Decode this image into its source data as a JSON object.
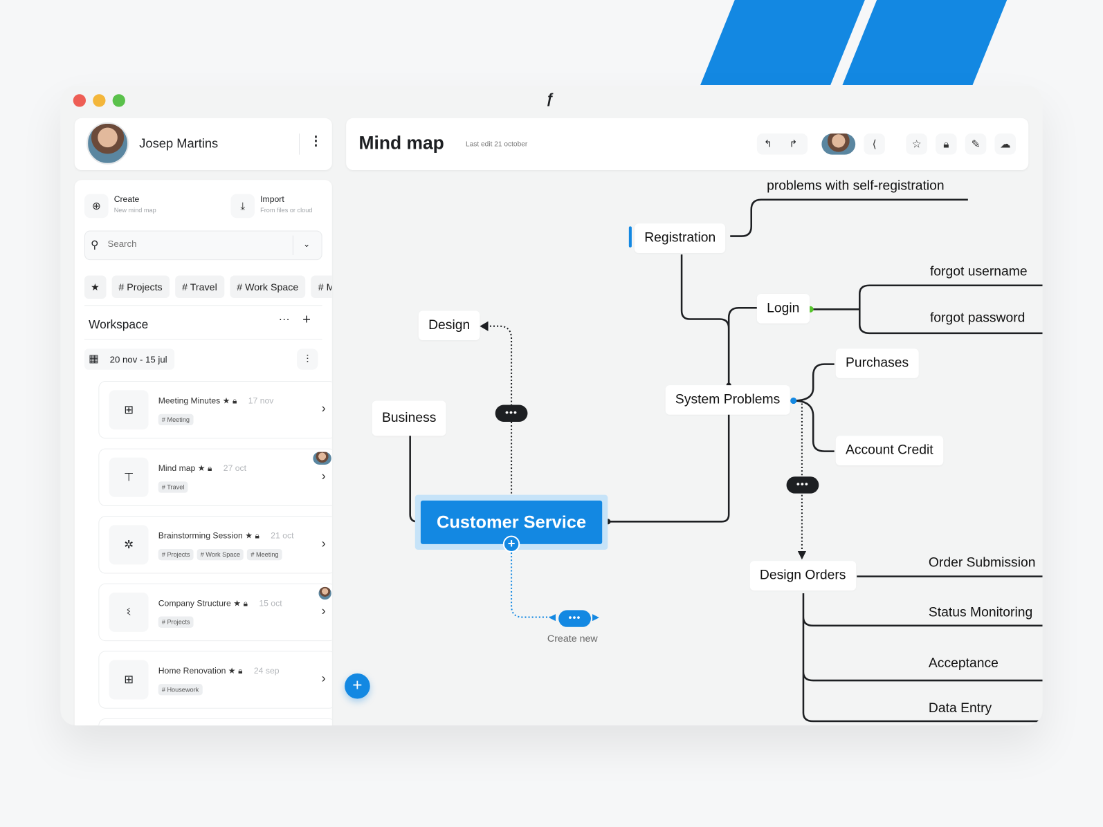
{
  "window": {
    "logo_icon": "f-logo-icon"
  },
  "profile": {
    "name": "Josep Martins"
  },
  "actions": {
    "create": {
      "label": "Create",
      "sub": "New mind map"
    },
    "import": {
      "label": "Import",
      "sub": "From files or cloud"
    }
  },
  "search": {
    "placeholder": "Search"
  },
  "filters": [
    "# Projects",
    "# Travel",
    "# Work Space",
    "# Me"
  ],
  "workspace": {
    "title": "Workspace",
    "date_range": "20 nov - 15 jul"
  },
  "items": [
    {
      "title": "Meeting Minutes",
      "date": "17 nov",
      "tags": [
        "# Meeting"
      ]
    },
    {
      "title": "Mind map",
      "date": "27 oct",
      "tags": [
        "# Travel"
      ]
    },
    {
      "title": "Brainstorming Session",
      "date": "21 oct",
      "tags": [
        "# Projects",
        "# Work Space",
        "# Meeting"
      ]
    },
    {
      "title": "Company Structure",
      "date": "15 oct",
      "tags": [
        "# Projects"
      ]
    },
    {
      "title": "Home Renovation",
      "date": "24 sep",
      "tags": [
        "# Housework"
      ]
    }
  ],
  "header": {
    "title": "Mind map",
    "last_edit": "Last edit 21 october"
  },
  "map": {
    "root": "Customer Service",
    "create_new": "Create new",
    "nodes": {
      "design": "Design",
      "business": "Business",
      "registration": "Registration",
      "login": "Login",
      "system_problems": "System Problems",
      "purchases": "Purchases",
      "account_credit": "Account Credit",
      "design_orders": "Design Orders"
    },
    "labels": {
      "self_reg": "problems with self-registration",
      "forgot_username": "forgot username",
      "forgot_password": "forgot password",
      "order_submission": "Order Submission",
      "status_monitoring": "Status Monitoring",
      "acceptance": "Acceptance",
      "data_entry": "Data Entry"
    },
    "accent": "#1388e2"
  }
}
